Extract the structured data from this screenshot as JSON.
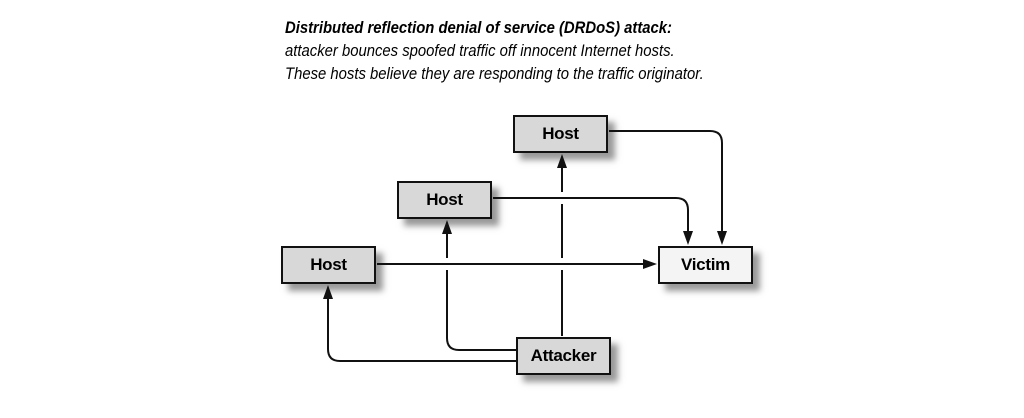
{
  "caption": {
    "heading": "Distributed reflection denial of service (DRDoS) attack:",
    "line2": "attacker bounces spoofed traffic off innocent Internet hosts.",
    "line3": "These hosts believe they are responding to the traffic originator."
  },
  "nodes": {
    "host_top": {
      "label": "Host"
    },
    "host_middle": {
      "label": "Host"
    },
    "host_left": {
      "label": "Host"
    },
    "victim": {
      "label": "Victim"
    },
    "attacker": {
      "label": "Attacker"
    }
  },
  "edges": [
    {
      "from": "host_top",
      "to": "victim",
      "style": "right-then-down"
    },
    {
      "from": "host_middle",
      "to": "victim",
      "style": "right-then-down"
    },
    {
      "from": "host_left",
      "to": "victim",
      "style": "straight-right"
    },
    {
      "from": "attacker",
      "to": "host_top",
      "style": "straight-up"
    },
    {
      "from": "attacker",
      "to": "host_middle",
      "style": "left-then-up"
    },
    {
      "from": "attacker",
      "to": "host_left",
      "style": "left-then-up"
    }
  ],
  "colors": {
    "background": "#ffffff",
    "node_fill": "#d8d8d8",
    "victim_fill": "#f4f4f4",
    "stroke": "#111111"
  }
}
